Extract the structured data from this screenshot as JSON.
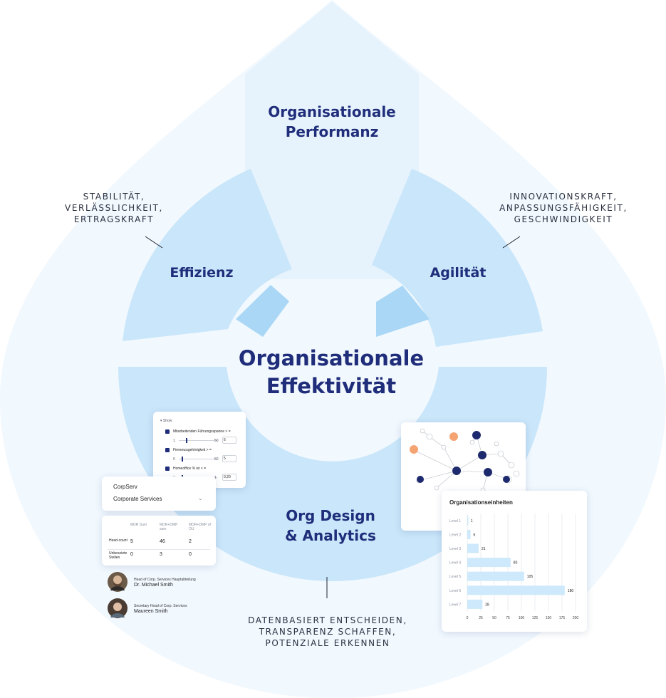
{
  "center": {
    "line1": "Organisationale",
    "line2": "Effektivität"
  },
  "top": {
    "line1": "Organisationale",
    "line2": "Performanz"
  },
  "effizienz": {
    "title": "Effizienz",
    "caption": [
      "STABILITÄT,",
      "VERLÄSSLICHKEIT,",
      "ERTRAGSKRAFT"
    ]
  },
  "agilitaet": {
    "title": "Agilität",
    "caption": [
      "INNOVATIONSKRAFT,",
      "ANPASSUNGSFÄHIGKEIT,",
      "GESCHWINDIGKEIT"
    ]
  },
  "org_design": {
    "line1": "Org Design",
    "line2": "& Analytics",
    "caption": [
      "DATENBASIERT ENTSCHEIDEN,",
      "TRANSPARENZ SCHAFFEN,",
      "POTENZIALE ERKENNEN"
    ]
  },
  "filter_card": {
    "header": "Show",
    "filters": [
      {
        "label": "Mitarbeitenden Führungsspanne > =",
        "min": "1",
        "max": "50",
        "value": "6"
      },
      {
        "label": "Firmenzugehörigkeit > =",
        "min": "0",
        "max": "50",
        "value": "5"
      },
      {
        "label": "Homeoffice % ist < =",
        "min": "0",
        "max": "1",
        "value": "0,20"
      }
    ]
  },
  "unit_card": {
    "code": "CorpServ",
    "name": "Corporate Services"
  },
  "stats_card": {
    "columns": [
      "MDR Sum",
      "MDR+DMP sum",
      "MDR+DMP of OU"
    ],
    "rows": [
      {
        "label": "Head-count",
        "values": [
          "5",
          "46",
          "2"
        ]
      },
      {
        "label": "Unbesetzte Stellen",
        "values": [
          "0",
          "3",
          "0"
        ]
      }
    ]
  },
  "people": [
    {
      "role": "Head of Corp. Services Hauptabteilung",
      "name": "Dr. Michael Smith"
    },
    {
      "role": "Secretary Head of Corp. Services",
      "name": "Maureen Smith"
    }
  ],
  "chart_data": {
    "type": "bar",
    "title": "Organisationseinheiten",
    "categories": [
      "Level 1",
      "Level 2",
      "Level 3",
      "Level 4",
      "Level 5",
      "Level 6",
      "Level 7"
    ],
    "values": [
      1,
      6,
      21,
      80,
      105,
      180,
      28
    ],
    "xlim": [
      0,
      200
    ],
    "xticks": [
      0,
      25,
      50,
      75,
      100,
      125,
      150,
      175,
      200
    ],
    "orientation": "horizontal",
    "grid": true,
    "bar_color": "#cde9fb"
  },
  "colors": {
    "outer_bg": "#f1f8fe",
    "ring": "#c9e6fa",
    "ring_light": "#e6f3fd",
    "accent_dark": "#1f2d7a",
    "node_dark": "#1e2a6e",
    "node_orange": "#f3a472"
  }
}
